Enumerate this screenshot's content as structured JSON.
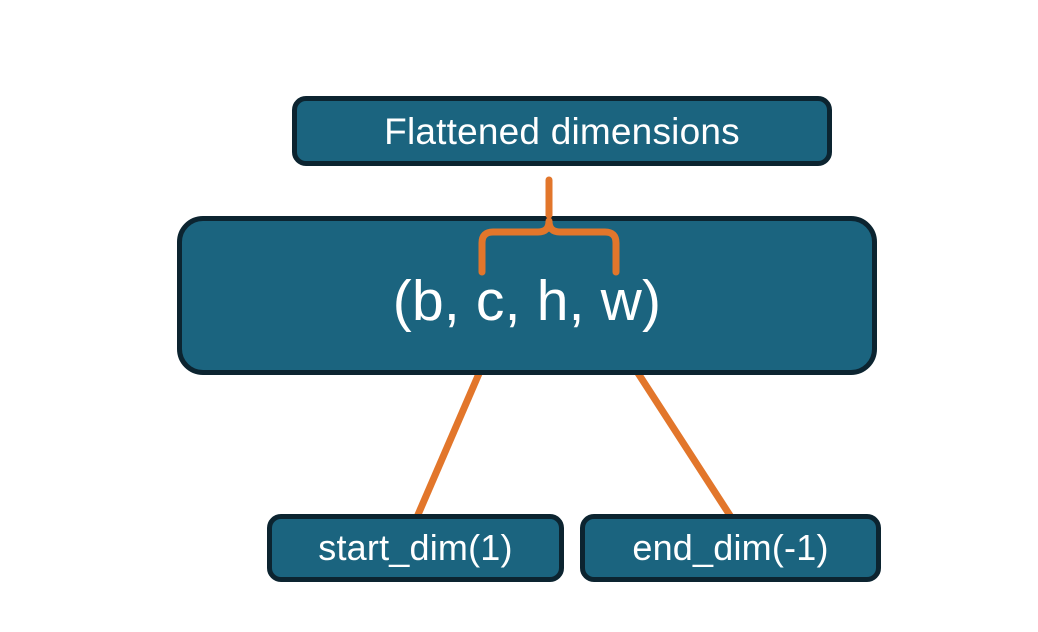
{
  "diagram": {
    "title": "Flatten dimensions diagram",
    "background_color": "#FFFFFF",
    "node_fill_color": "#1B647F",
    "node_border_color": "#0C2430",
    "node_text_color": "#FFFFFF",
    "connector_color": "#E2762B",
    "nodes": [
      {
        "id": "flattened",
        "label": "Flattened dimensions",
        "role": "callout-top"
      },
      {
        "id": "tuple",
        "label": "(b, c, h, w)",
        "role": "shape-tuple"
      },
      {
        "id": "start_dim",
        "label": "start_dim(1)",
        "role": "callout-bottom-left"
      },
      {
        "id": "end_dim",
        "label": "end_dim(-1)",
        "role": "callout-bottom-right"
      }
    ],
    "connectors": [
      {
        "id": "brace",
        "type": "curly-brace",
        "from": "tuple-dims-c-h-w",
        "to": "flattened",
        "color": "#E2762B"
      },
      {
        "id": "arrow-start-dim",
        "type": "arrow",
        "from": "start_dim",
        "to": "tuple-dim-c",
        "color": "#E2762B"
      },
      {
        "id": "arrow-end-dim",
        "type": "arrow",
        "from": "end_dim",
        "to": "tuple-dim-w",
        "color": "#E2762B"
      }
    ]
  }
}
